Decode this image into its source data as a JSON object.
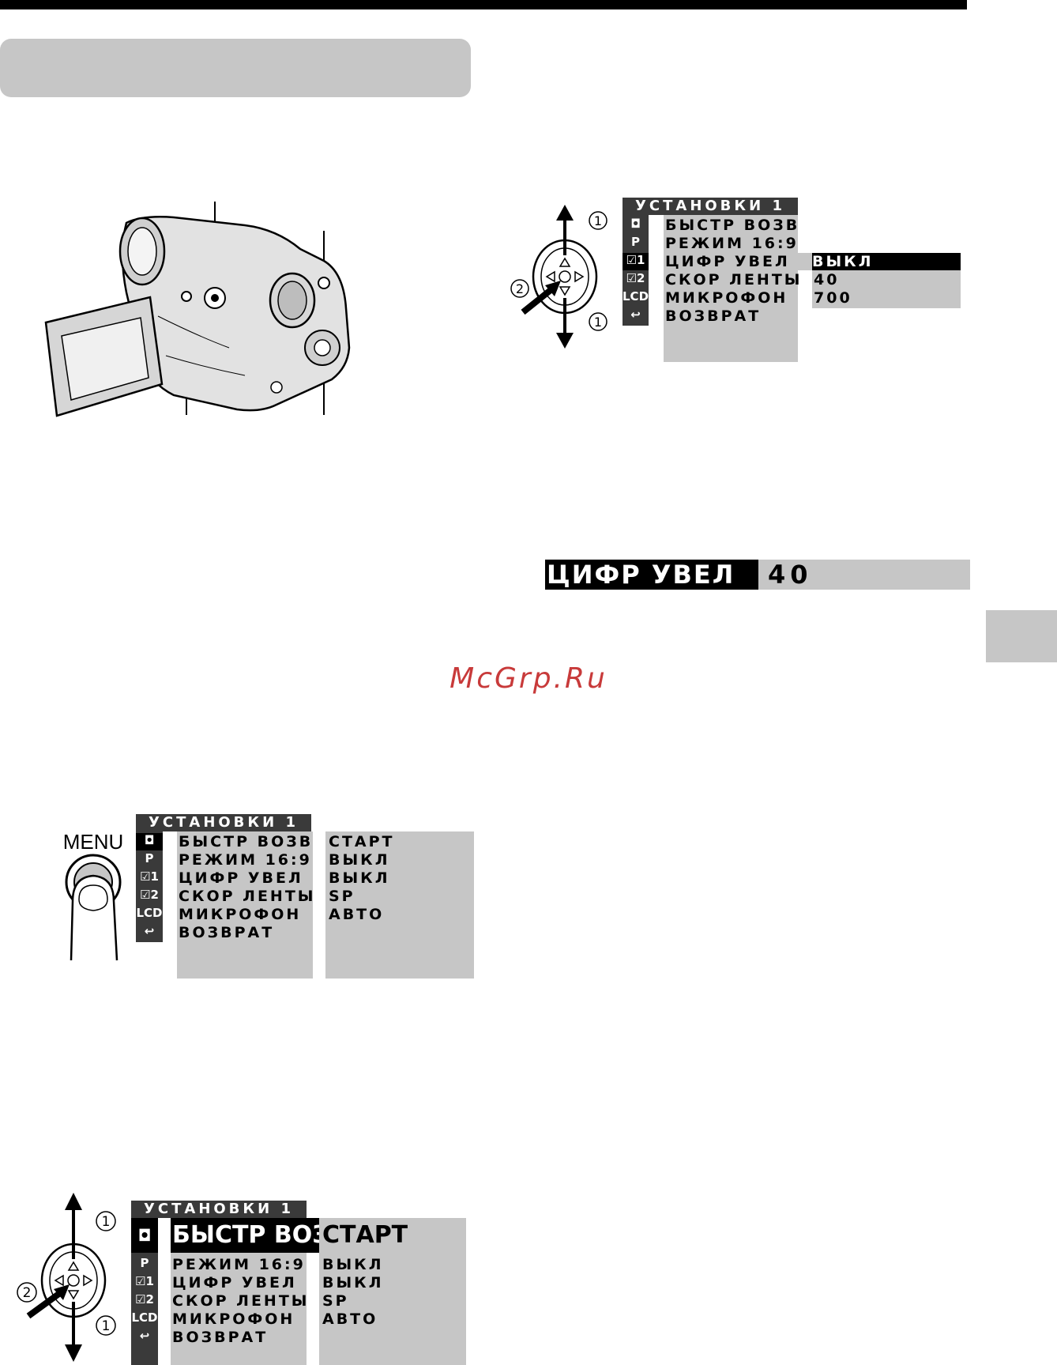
{
  "page": {
    "watermark": "McGrp.Ru"
  },
  "menu_top": {
    "title": "УСТАНОВКИ 1",
    "icons": [
      "camera-icon",
      "p-card-icon",
      "check-1-icon",
      "check-2-icon",
      "lcd-icon",
      "return-icon"
    ],
    "icon_labels": [
      "◘",
      "P",
      "☑1",
      "☑2",
      "LCD",
      "↩"
    ],
    "items": [
      "БЫСТР ВОЗВ",
      "РЕЖИМ 16:9",
      "ЦИФР УВЕЛ",
      "СКОР ЛЕНТЫ",
      "МИКРОФОН",
      "ВОЗВРАТ"
    ],
    "options": [
      "ВЫКЛ",
      "40",
      "700"
    ],
    "selected_item": "ЦИФР УВЕЛ",
    "selected_option": "ВЫКЛ",
    "step_labels": [
      "1",
      "2",
      "1"
    ]
  },
  "zoom_display": {
    "label": "ЦИФР УВЕЛ",
    "value": "40"
  },
  "menu_middle": {
    "button_label": "MENU",
    "title": "УСТАНОВКИ 1",
    "icon_labels": [
      "◘",
      "P",
      "☑1",
      "☑2",
      "LCD",
      "↩"
    ],
    "items": [
      "БЫСТР ВОЗВ",
      "РЕЖИМ 16:9",
      "ЦИФР УВЕЛ",
      "СКОР ЛЕНТЫ",
      "МИКРОФОН",
      "ВОЗВРАТ"
    ],
    "values": [
      "СТАРТ",
      "ВЫКЛ",
      "ВЫКЛ",
      "SP",
      "АВТО"
    ]
  },
  "menu_bottom": {
    "title": "УСТАНОВКИ 1",
    "icon_labels": [
      "◘",
      "P",
      "☑1",
      "☑2",
      "LCD",
      "↩"
    ],
    "items": [
      "БЫСТР ВОЗВ",
      "РЕЖИМ 16:9",
      "ЦИФР УВЕЛ",
      "СКОР ЛЕНТЫ",
      "МИКРОФОН",
      "ВОЗВРАТ"
    ],
    "values": [
      "СТАРТ",
      "ВЫКЛ",
      "ВЫКЛ",
      "SP",
      "АВТО"
    ],
    "selected_item": "БЫСТР ВОЗВ",
    "step_labels": [
      "1",
      "2",
      "1"
    ]
  }
}
